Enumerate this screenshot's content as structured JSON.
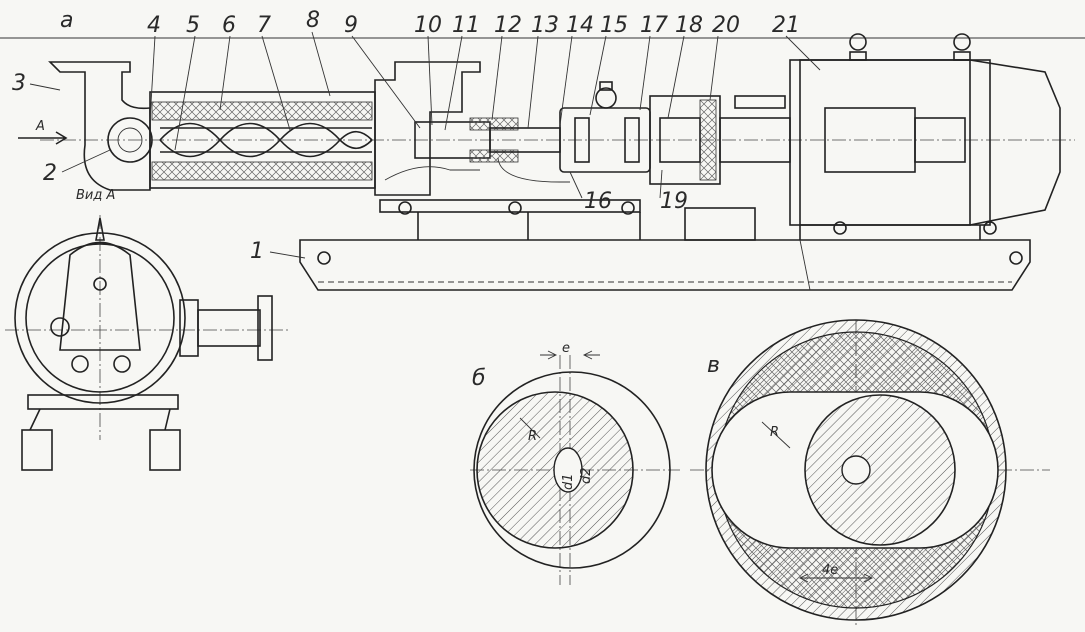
{
  "view_labels": {
    "a": "а",
    "b": "б",
    "v": "в",
    "view_a": "Вид А",
    "arrow_a": "А"
  },
  "part_numbers_top": [
    "4",
    "5",
    "6",
    "7",
    "8",
    "9",
    "10",
    "11",
    "12",
    "13",
    "14",
    "15",
    "17",
    "18",
    "20",
    "21"
  ],
  "part_numbers_side": {
    "p1": "1",
    "p2": "2",
    "p3": "3",
    "p16": "16",
    "p19": "19"
  },
  "dimensions": {
    "e": "e",
    "R": "R",
    "d1": "d1",
    "d2": "d2",
    "four_e": "4e"
  }
}
